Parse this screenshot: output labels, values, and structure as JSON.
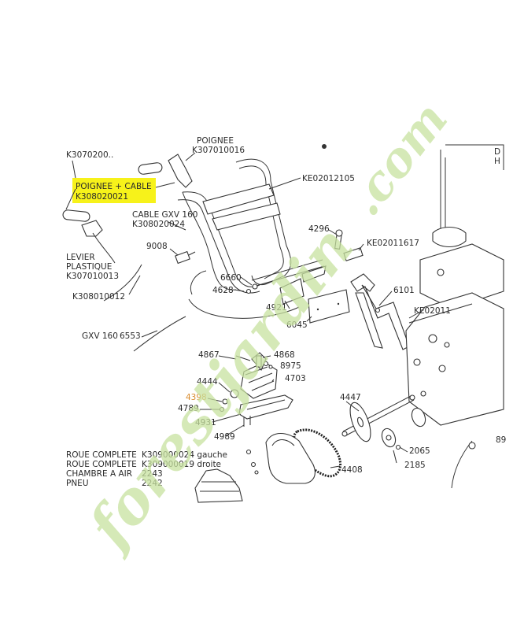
{
  "labels": {
    "k307020": "K3070200..",
    "poignee_title": "POIGNEE",
    "poignee_ref": "K307010016",
    "poignee_cable_title": "POIGNEE + CABLE",
    "poignee_cable_ref": "K308020021",
    "ke02012105": "KE02012105",
    "cable_gxv_title": "CABLE GXV 160",
    "cable_gxv_ref": "K308020024",
    "levier_1": "LEVIER",
    "levier_2": "PLASTIQUE",
    "levier_ref": "K307010013",
    "k308010012": "K308010012",
    "gxv160": "GXV 160",
    "n6553": "6553",
    "n9008": "9008",
    "n6660": "6660",
    "n4628": "4628",
    "n4921": "4921",
    "n6045": "6045",
    "n4296": "4296",
    "ke02011617": "KE02011617",
    "n6101": "6101",
    "ke02011_right": "KE02011",
    "n4867": "4867",
    "n4868": "4868",
    "n8975": "8975",
    "n4444": "4444",
    "n4703": "4703",
    "n4398": "4398",
    "n4789": "4789",
    "n4931": "4931",
    "n4989": "4989",
    "n4447": "4447",
    "n4408": "4408",
    "n2065": "2065",
    "n2185": "2185",
    "n89": "89",
    "right_letters": [
      "D",
      "H"
    ]
  },
  "parts_list": [
    {
      "name": "ROUE COMPLETE",
      "ref": "K309000024 gauche"
    },
    {
      "name": "ROUE COMPLETE",
      "ref": "K309000019 droite"
    },
    {
      "name": "CHAMBRE A AIR",
      "ref": "2243"
    },
    {
      "name": "PNEU",
      "ref": "2242"
    }
  ],
  "watermark": {
    "text": "forestjardin",
    "suffix": ".com"
  },
  "colors": {
    "highlight": "#f7f21a",
    "orange_label": "#d98a2b",
    "watermark": "#c8e2a0"
  }
}
